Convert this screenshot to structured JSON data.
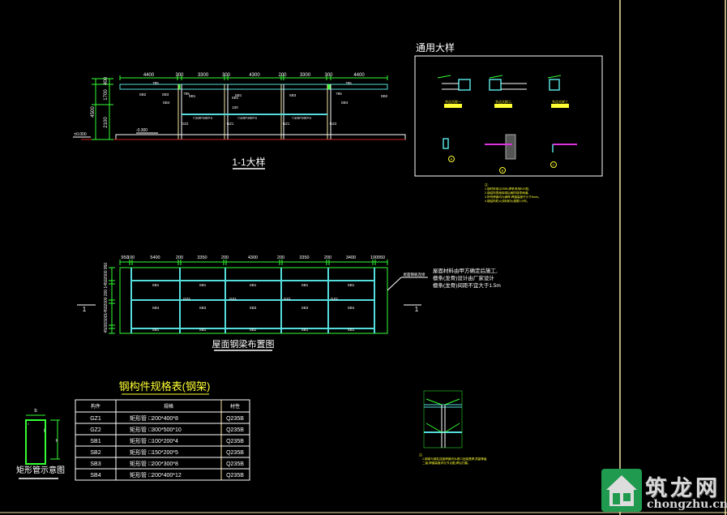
{
  "section_view": {
    "title": "1-1大样",
    "top_dims": [
      "4400",
      "300",
      "3300",
      "300",
      "4300",
      "200",
      "3300",
      "300",
      "4400"
    ],
    "left_dims": [
      "400",
      "1700",
      "2100"
    ],
    "total_height": "4500",
    "level_left": "±0.000",
    "level_inner": "-0.300",
    "labels": [
      "785",
      "785",
      "785",
      "785",
      "SB2",
      "SB3",
      "SB4",
      "SB1",
      "SB1",
      "SB3",
      "SB4",
      "SB2",
      "GZ2",
      "GZ1",
      "GZ1",
      "GZ2",
      "□100*200*4",
      "□100*200*4",
      "□100*200*4",
      "SB1",
      "100"
    ]
  },
  "general_details": {
    "title": "通用大样",
    "node_labels": [
      "节点大样一",
      "节点大样二",
      "节点大样三"
    ],
    "circle_marks": [
      "A",
      "B",
      "C"
    ],
    "notes": [
      "注:",
      "1.钢材采用Q235B,焊条采用E43型。",
      "2.钢结构表面除锈后刷防锈漆两道。",
      "3.所有焊缝均为满焊,焊缝高度不小于6mm。",
      "4.钢结构防火涂料耐火极限1小时。"
    ]
  },
  "plan_view": {
    "title": "屋面钢梁布置图",
    "top_dims": [
      "950",
      "100",
      "5400",
      "200",
      "3350",
      "200",
      "4300",
      "200",
      "3350",
      "200",
      "3400",
      "100",
      "950"
    ],
    "left_dims": [
      "4500",
      "1500",
      "1450",
      "2000",
      "200",
      "1450",
      "2000",
      "950"
    ],
    "section_mark": "1",
    "beam_labels_top": [
      "SB1",
      "SB1",
      "SB1",
      "SB1",
      "SB1"
    ],
    "beam_labels_mid": [
      "SB4",
      "SB3",
      "SB3",
      "SB3",
      "SB4"
    ],
    "beam_labels_bottom": [
      "SB1",
      "SB1",
      "SB1",
      "SB1",
      "SB1"
    ],
    "column_labels": [
      "GZ2",
      "GZ1",
      "GZ1",
      "GZ2"
    ],
    "leader_label": "屋面钢板连接",
    "note_lines": [
      "屋面材料由甲方确定后施工,",
      "檩条(龙骨)设计由厂家设计",
      "檩条(龙骨)间距不宜大于1.5m"
    ]
  },
  "spec_table": {
    "title": "钢构件规格表(钢架)",
    "headers": [
      "构件",
      "规格",
      "材性"
    ],
    "rows": [
      [
        "GZ1",
        "矩形管 □200*400*8",
        "Q235B"
      ],
      [
        "GZ2",
        "矩形管 □300*500*10",
        "Q235B"
      ],
      [
        "SB1",
        "矩形管 □100*200*4",
        "Q235B"
      ],
      [
        "SB2",
        "矩形管 □150*200*5",
        "Q235B"
      ],
      [
        "SB3",
        "矩形管 □200*300*8",
        "Q235B"
      ],
      [
        "SB4",
        "矩形管 □200*400*12",
        "Q235B"
      ]
    ]
  },
  "rect_tube": {
    "title": "矩形管示意图",
    "labels": [
      "b",
      "t",
      "h",
      "t"
    ]
  },
  "joint_detail": {
    "notes": [
      "注:",
      "1.钢梁与钢柱连接焊缝均为坡口全熔透焊,质量等级",
      "二级,焊缝高度详见节点图,焊后打磨。"
    ]
  },
  "watermark": {
    "cn": "筑龙网",
    "en": "chongzhu.cn"
  },
  "colors": {
    "green": "#33ff33",
    "cyan": "#55dddd",
    "yellow": "#ffff33",
    "white": "#ffffff",
    "red": "#cc2222",
    "cream": "#f5e6a8",
    "magenta": "#dd33dd"
  }
}
